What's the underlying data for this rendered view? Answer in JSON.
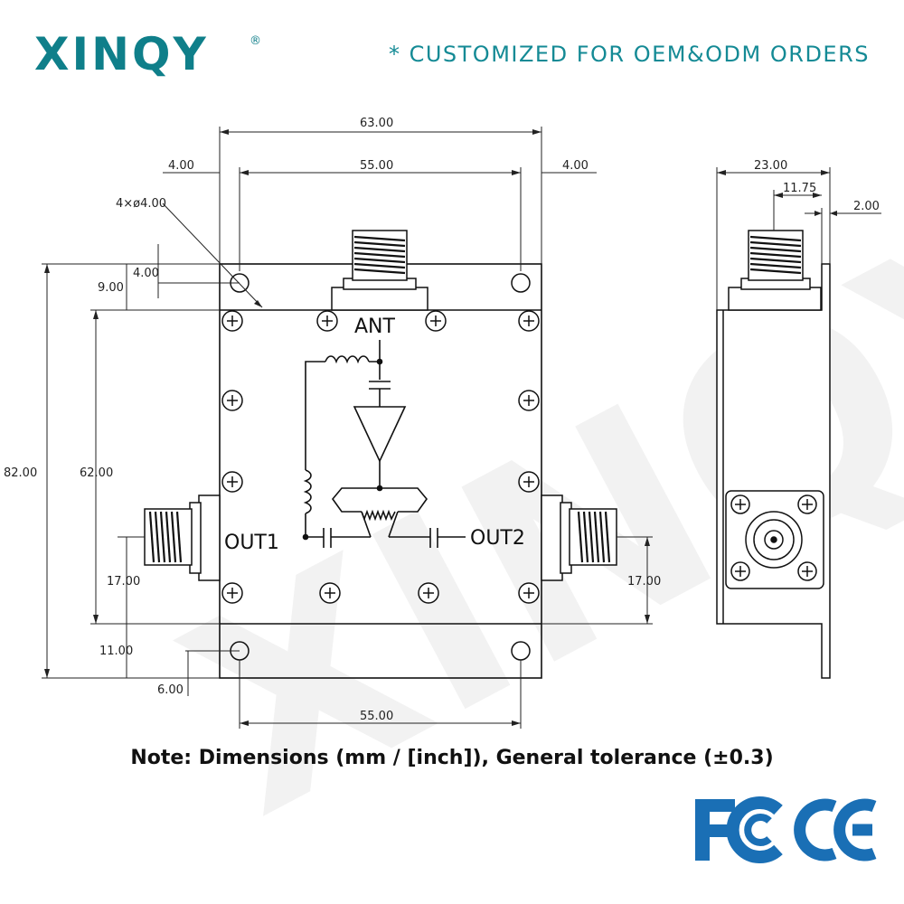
{
  "brand": {
    "logo_text": "XINQY",
    "registered_mark": "®",
    "tagline": "* CUSTOMIZED FOR OEM&ODM ORDERS",
    "accent_color": "#0f7f8a"
  },
  "drawing": {
    "dimensions": {
      "overall_width": "63.00",
      "left_hole_offset": "4.00",
      "hole_spacing_top": "55.00",
      "right_hole_offset": "4.00",
      "holes": "4×ø4.00",
      "top_hole_from_top": "4.00",
      "top_flange": "9.00",
      "overall_height": "82.00",
      "body_height": "62.00",
      "out1_height": "17.00",
      "out2_height": "17.00",
      "bottom_flange": "11.00",
      "bottom_hole_from_bottom": "6.00",
      "hole_spacing_bottom": "55.00",
      "side_depth": "23.00",
      "side_connector_offset": "11.75",
      "side_plate_thickness": "2.00"
    },
    "ports": {
      "ant": "ANT",
      "out1": "OUT1",
      "out2": "OUT2"
    }
  },
  "note": "Note: Dimensions (mm / [inch]), General tolerance (±0.3)",
  "certifications": [
    "FC",
    "CE"
  ]
}
